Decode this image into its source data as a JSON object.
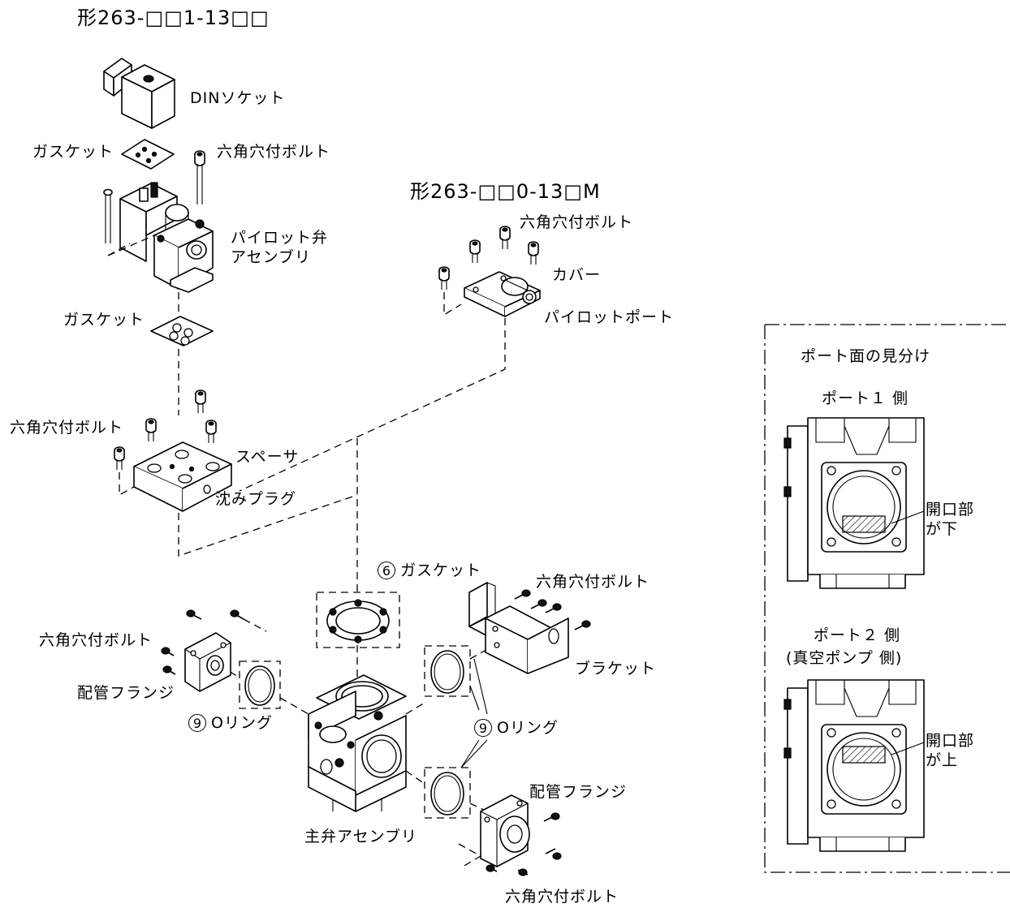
{
  "models": {
    "with_solenoid": "形263-□□1-13□□",
    "without_solenoid": "形263-□□0-13□M"
  },
  "labels": {
    "din_socket": "DINソケット",
    "gasket_top": "ガスケット",
    "hex_bolt_top": "六角穴付ボルト",
    "pilot_valve_assembly_1": "パイロット弁",
    "pilot_valve_assembly_2": "アセンブリ",
    "gasket_mid": "ガスケット",
    "hex_bolt_cover": "六角穴付ボルト",
    "cover": "カバー",
    "pilot_port": "パイロットポート",
    "hex_bolt_spacer": "六角穴付ボルト",
    "spacer": "スペーサ",
    "sunk_plug": "沈みプラグ",
    "gasket_6_num": "6",
    "gasket_6": "ガスケット",
    "hex_bolt_bracket": "六角穴付ボルト",
    "bracket": "ブラケット",
    "hex_bolt_flange_left": "六角穴付ボルト",
    "pipe_flange_left": "配管フランジ",
    "oring_left_num": "9",
    "oring_left": "Oリング",
    "oring_right_num": "9",
    "oring_right": "Oリング",
    "main_valve_assembly": "主弁アセンブリ",
    "pipe_flange_right": "配管フランジ",
    "hex_bolt_flange_right": "六角穴付ボルト"
  },
  "port_panel": {
    "title": "ポート面の見分け",
    "port1_title": "ポート１ 側",
    "port1_opening_1": "開口部",
    "port1_opening_2": "が下",
    "port2_title": "ポート２ 側",
    "port2_sub": "(真空ポンプ 側)",
    "port2_opening_1": "開口部",
    "port2_opening_2": "が上"
  }
}
